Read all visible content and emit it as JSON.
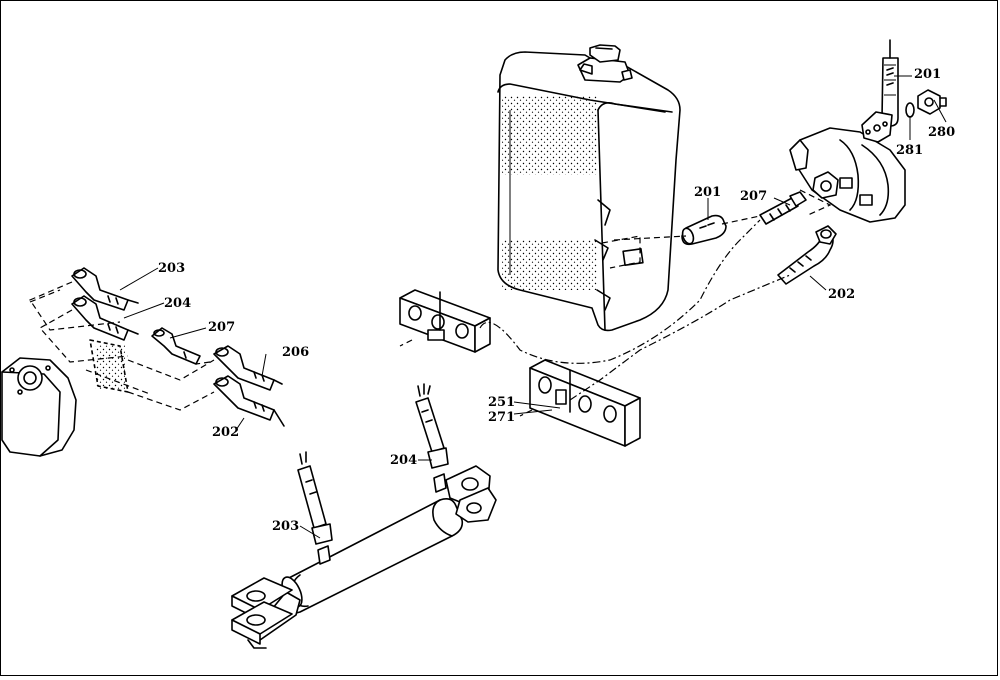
{
  "labels": {
    "l201_top": "201",
    "l280": "280",
    "l281": "281",
    "l201_mid": "201",
    "l207_right": "207",
    "l202_right": "202",
    "l203_left": "203",
    "l204_left": "204",
    "l207_left": "207",
    "l206": "206",
    "l202_left": "202",
    "l251": "251",
    "l271": "271",
    "l204_cyl": "204",
    "l203_cyl": "203"
  }
}
